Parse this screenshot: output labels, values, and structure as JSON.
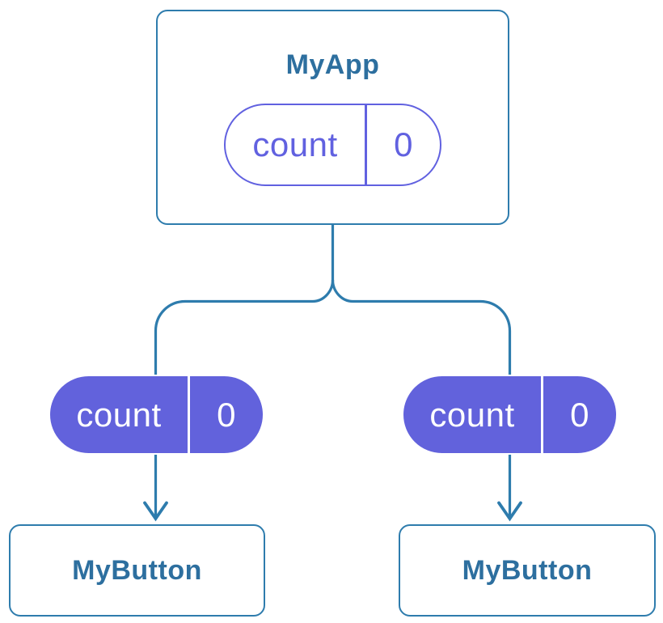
{
  "colors": {
    "connector_blue": "#2E7CAD",
    "title_blue": "#2D6F9F",
    "pill_purple_fill": "#6262DC",
    "pill_purple_outline": "#6161E0",
    "card_background": "#FFFFFF",
    "pill_text_on_fill": "#FFFFFF",
    "page_background": "#FFFFFF"
  },
  "tree": {
    "parent": {
      "title": "MyApp",
      "pill": {
        "label": "count",
        "value": "0",
        "variant": "outlined"
      }
    },
    "children": [
      {
        "title": "MyButton",
        "pill": {
          "label": "count",
          "value": "0",
          "variant": "filled"
        }
      },
      {
        "title": "MyButton",
        "pill": {
          "label": "count",
          "value": "0",
          "variant": "filled"
        }
      }
    ]
  }
}
